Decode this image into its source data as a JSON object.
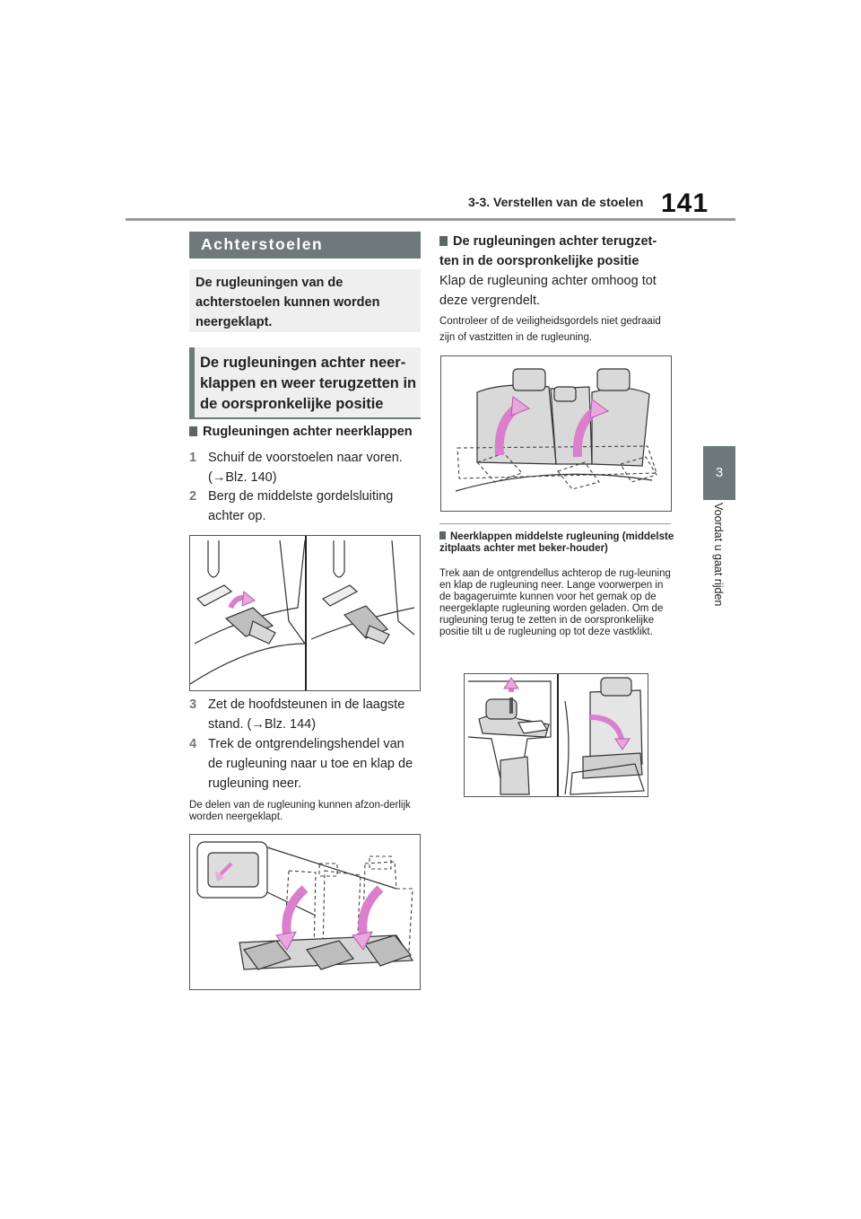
{
  "header": {
    "section_title": "3-3. Verstellen van de stoelen",
    "page_number": "141"
  },
  "chapter_tab": {
    "number": "3",
    "title": "Voordat u gaat rijden"
  },
  "section": {
    "title": "Achterstoelen",
    "intro": "De rugleuningen van de achterstoelen kunnen worden neergeklapt."
  },
  "subsection": {
    "title": "De rugleuningen achter neer-klappen en weer terugzetten in de oorspronkelijke positie"
  },
  "fold_down": {
    "heading": "Rugleuningen achter neerklappen",
    "steps": [
      {
        "num": "1",
        "text": "Schuif de voorstoelen naar voren. (→Blz. 140)"
      },
      {
        "num": "2",
        "text": "Berg de middelste gordelsluiting achter op."
      },
      {
        "num": "3",
        "text": "Zet de hoofdsteunen in de laagste stand. (→Blz. 144)"
      },
      {
        "num": "4",
        "text": "Trek de ontgrendelingshendel van de rugleuning naar u toe en klap de rugleuning neer."
      }
    ],
    "note": "De delen van de rugleuning kunnen afzon-derlijk worden neergeklapt."
  },
  "return_upright": {
    "heading": "De rugleuningen achter terugzet-ten in de oorspronkelijke positie",
    "text": "Klap de rugleuning achter omhoog tot deze vergrendelt.",
    "note": "Controleer of de veiligheidsgordels niet gedraaid zijn of vastzitten in de rugleuning."
  },
  "middle_seat": {
    "heading": "Neerklappen middelste rugleuning (middelste zitplaats achter met beker-houder)",
    "text": "Trek aan de ontgrendellus achterop de rug-leuning en klap de rugleuning neer. Lange voorwerpen in de bagageruimte kunnen voor het gemak op de neergeklapte rugleuning worden geladen. Om de rugleuning terug te zetten in de oorspronkelijke positie tilt u de rugleuning op tot deze vastklikt."
  },
  "colors": {
    "tab_gray": "#6f7979",
    "arrow_pink": "#e9a7e0",
    "panel_gray": "#efefef"
  }
}
